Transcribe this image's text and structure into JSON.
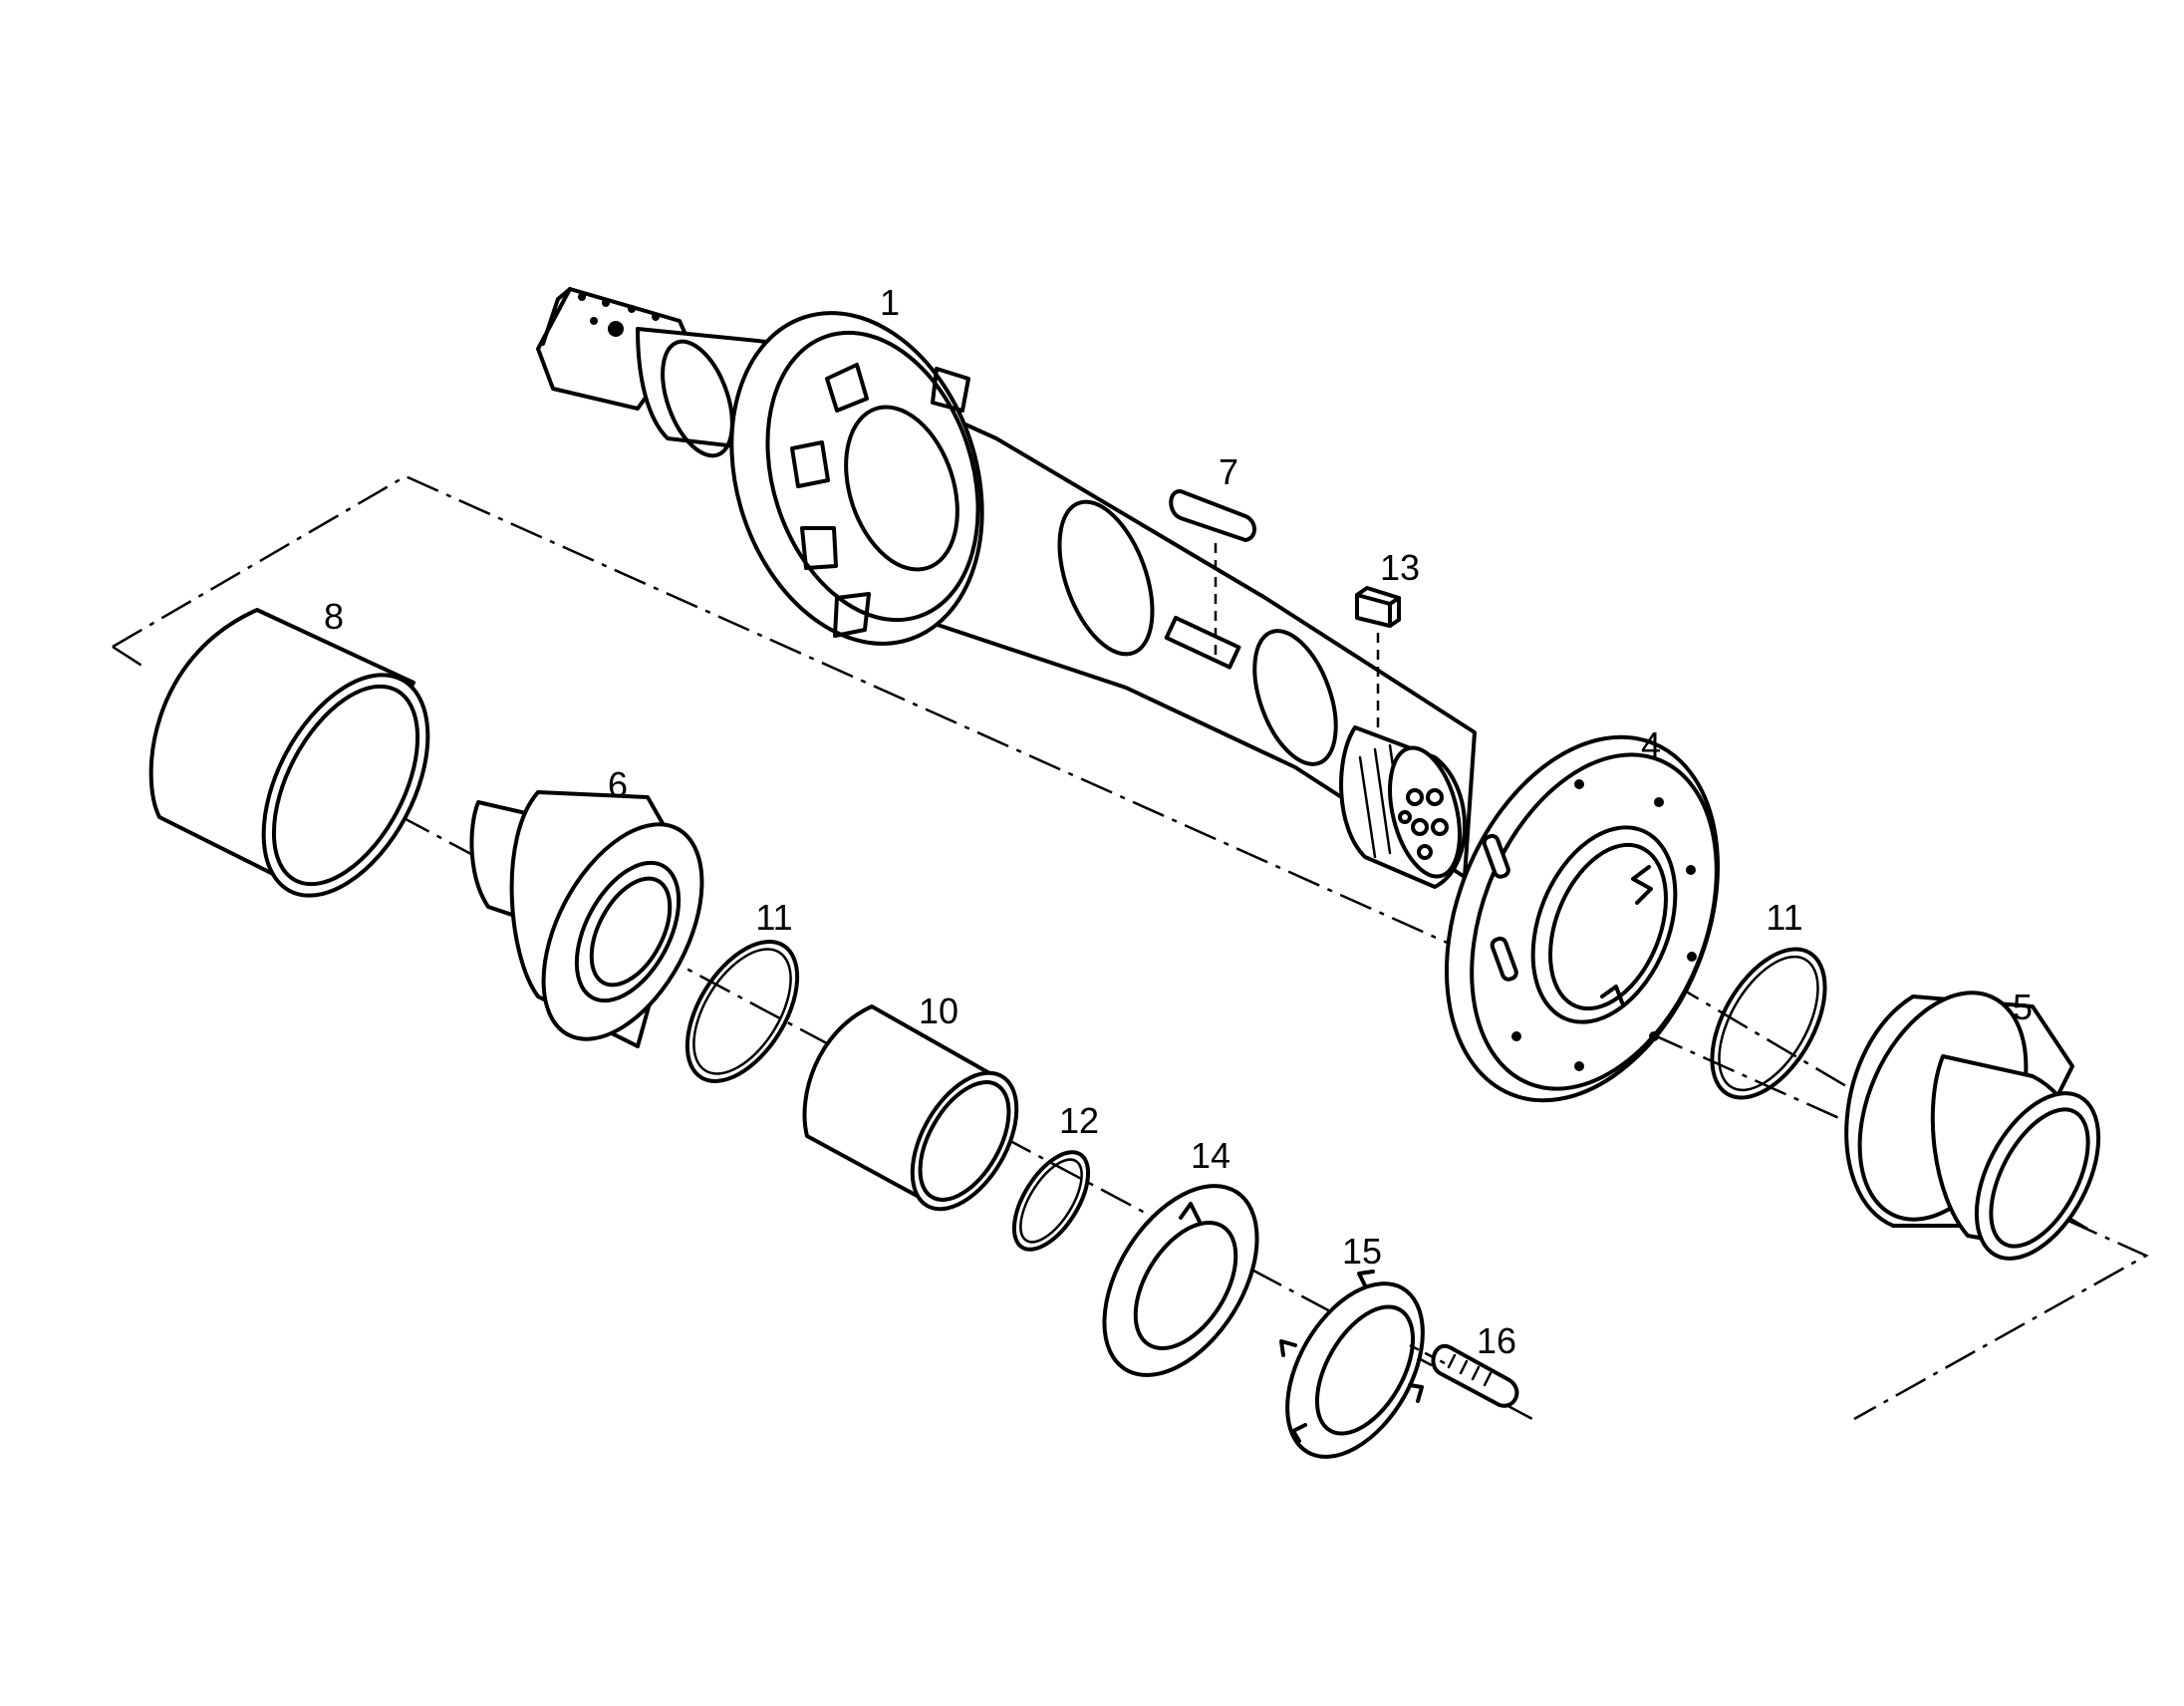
{
  "callouts": {
    "c1": "1",
    "c4": "4",
    "c5": "5",
    "c6": "6",
    "c7": "7",
    "c8": "8",
    "c10": "10",
    "c11a": "11",
    "c11b": "11",
    "c12": "12",
    "c13": "13",
    "c14": "14",
    "c15": "15",
    "c16": "16"
  },
  "colors": {
    "line": "#000000",
    "background": "#ffffff"
  }
}
